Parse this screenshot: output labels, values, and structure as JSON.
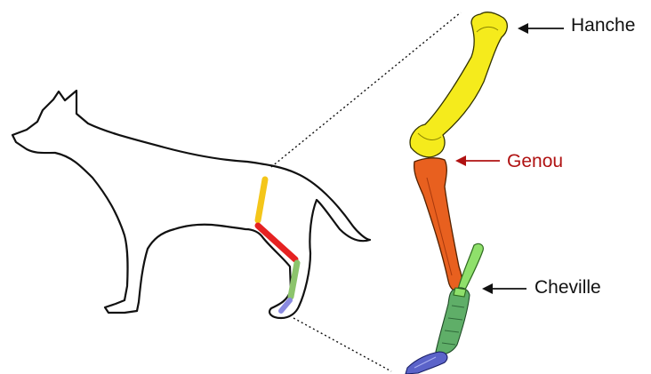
{
  "labels": {
    "hip": {
      "text": "Hanche",
      "color": "#111111"
    },
    "knee": {
      "text": "Genou",
      "color": "#b01212"
    },
    "ankle": {
      "text": "Cheville",
      "color": "#111111"
    }
  },
  "colors": {
    "dog_outline": "#111111",
    "femur": "#f5eb1c",
    "femur_small": "#f4c61a",
    "tibia": "#e8601f",
    "tibia_small": "#e52222",
    "fibula": "#8fe06b",
    "metatarsals": "#5fae68",
    "metatarsals_small": "#8cc46c",
    "paw": "#5b63c9",
    "paw_small": "#8a8ae0",
    "arrow_dark": "#111111",
    "arrow_red": "#b01212"
  }
}
